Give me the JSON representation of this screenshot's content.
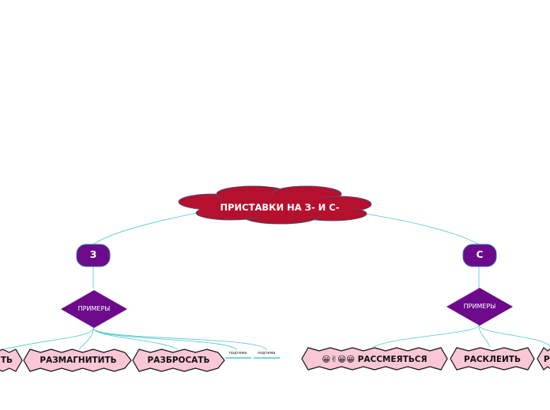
{
  "root": {
    "label": "ПРИСТАВКИ НА З- И С-"
  },
  "branches": [
    {
      "label": "З",
      "examples_node": "ПРИМЕРЫ",
      "examples": [
        "ТЬ",
        "РАЗМАГНИТИТЬ",
        "РАЗБРОСАТЬ"
      ],
      "subtopics": [
        "подтема",
        "подтема"
      ]
    },
    {
      "label": "С",
      "examples_node": "ПРИМЕРЫ",
      "examples": [
        "😀✌😀😀 РАССМЕЯТЬСЯ",
        "РАСКЛЕИТЬ",
        "Р"
      ]
    }
  ],
  "colors": {
    "root_fill": "#b5102e",
    "branch_fill": "#6d0a8c",
    "example_fill": "#f9c7d6",
    "connector": "#4fc7cf"
  }
}
